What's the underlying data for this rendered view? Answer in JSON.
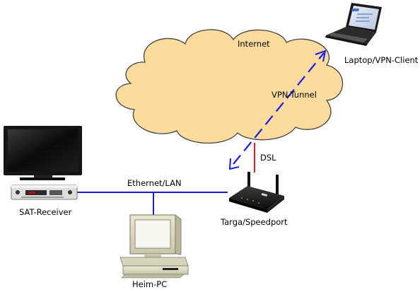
{
  "diagram": {
    "labels": {
      "internet": "Internet",
      "laptop": "Laptop/VPN-Client",
      "vpn_tunnel": "VPN-Tunnel",
      "dsl": "DSL",
      "ethernet": "Ethernet/LAN",
      "router": "Targa/Speedport",
      "sat_receiver": "SAT-Receiver",
      "heim_pc": "Heim-PC"
    },
    "colors": {
      "cloud_fill": "#fbdc9c",
      "cloud_stroke": "#444444",
      "lan_line": "#1b1bcc",
      "vpn_line": "#1a1ae6",
      "dsl_line": "#e02020"
    },
    "icons": {
      "laptop": "laptop-icon",
      "router": "wireless-router-icon",
      "tv": "flat-tv-icon",
      "receiver": "sat-receiver-icon",
      "pc": "desktop-pc-icon",
      "cloud": "cloud-icon"
    }
  }
}
